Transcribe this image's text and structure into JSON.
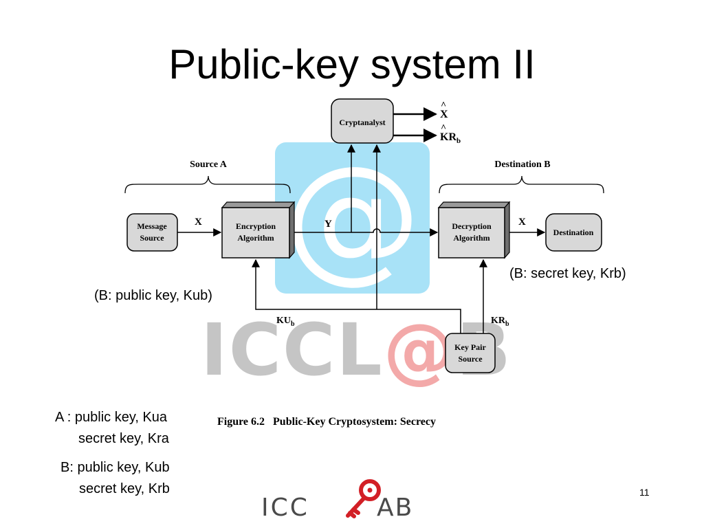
{
  "slide": {
    "title": "Public-key system II",
    "page_number": "11"
  },
  "watermark": {
    "at_glyph": "@",
    "word_start": "ICCL",
    "word_at": "@",
    "word_end": "B"
  },
  "diagram": {
    "cryptanalyst": "Cryptanalyst",
    "output_x": "X",
    "output_kr": "KR",
    "output_kr_sub": "b",
    "hat": "^",
    "source_a": "Source A",
    "destination_b": "Destination B",
    "message_source": [
      "Message",
      "Source"
    ],
    "encryption": [
      "Encryption",
      "Algorithm"
    ],
    "decryption": [
      "Decryption",
      "Algorithm"
    ],
    "destination": "Destination",
    "key_pair_source": [
      "Key Pair",
      "Source"
    ],
    "label_x_in": "X",
    "label_y": "Y",
    "label_x_out": "X",
    "ku_label": "KU",
    "ku_sub": "b",
    "kr_label": "KR",
    "kr_sub": "b"
  },
  "annotations": {
    "b_public": "(B: public key, Kub)",
    "b_secret": "(B: secret key, Krb)"
  },
  "figure_caption": "Figure 6.2   Public-Key Cryptosystem: Secrecy",
  "keys": {
    "a_line1": "A : public key, Kua",
    "a_line2": "secret key, Kra",
    "b_line1": "B: public key, Kub",
    "b_line2": "secret key, Krb"
  },
  "logo": {
    "left_text": "ICC",
    "right_text": "AB",
    "icon": "key-icon",
    "key_color": "#d21f26"
  }
}
